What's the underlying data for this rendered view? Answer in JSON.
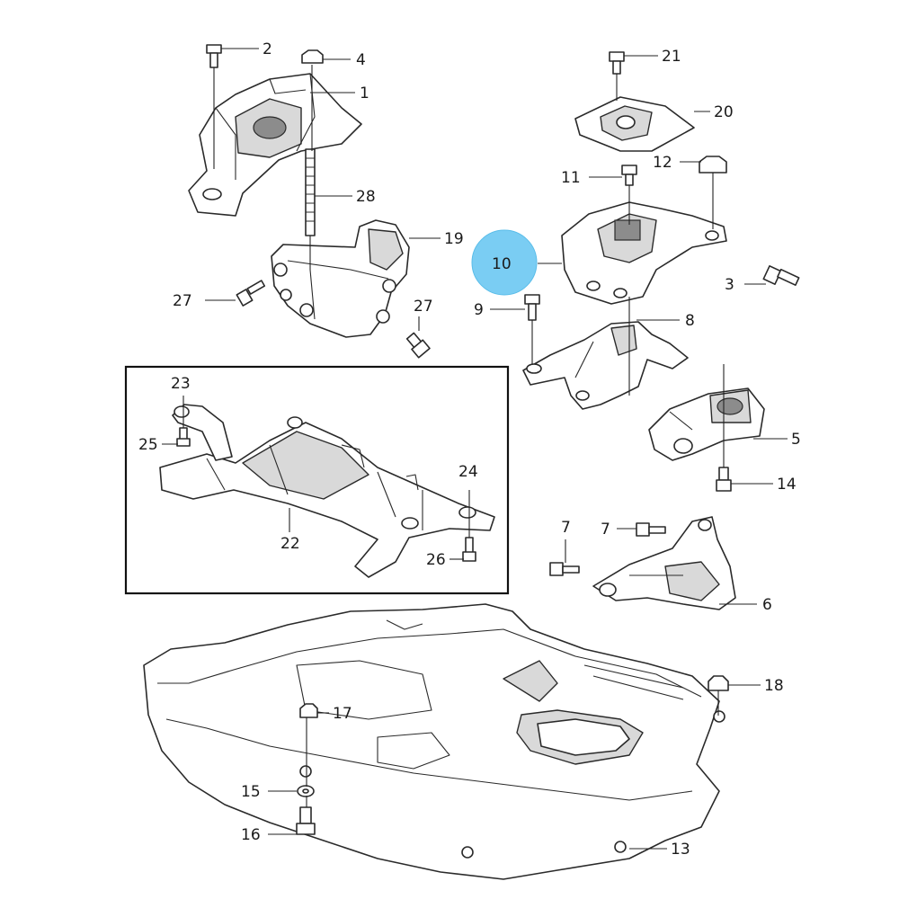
{
  "callouts": {
    "c1": "1",
    "c2": "2",
    "c3": "3",
    "c4": "4",
    "c5": "5",
    "c6": "6",
    "c7a": "7",
    "c7b": "7",
    "c8": "8",
    "c9": "9",
    "c10": "10",
    "c11": "11",
    "c12": "12",
    "c13": "13",
    "c14": "14",
    "c15": "15",
    "c16": "16",
    "c17": "17",
    "c18": "18",
    "c19": "19",
    "c20": "20",
    "c21": "21",
    "c22": "22",
    "c23": "23",
    "c24": "24",
    "c25": "25",
    "c26": "26",
    "c27a": "27",
    "c27b": "27",
    "c28": "28"
  },
  "colors": {
    "highlight": "#6fc9f2",
    "line": "#2a2a2a",
    "background": "#ffffff"
  },
  "highlighted_callout": "10"
}
